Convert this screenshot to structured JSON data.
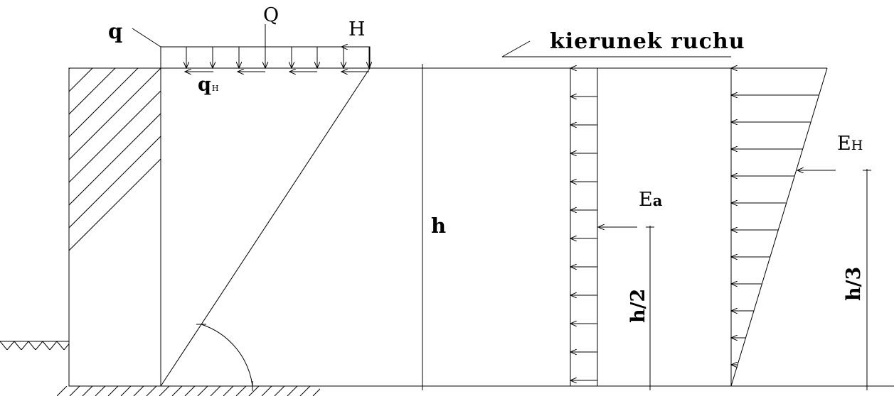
{
  "labels": {
    "q": "q",
    "Q": "Q",
    "H": "H",
    "qH_main": "q",
    "qH_sub": "H",
    "direction": "kierunek ruchu",
    "h": "h",
    "Ea_main": "E",
    "Ea_sub": "a",
    "EH_main": "E",
    "EH_sub": "H",
    "h_over_2": "h/2",
    "h_over_3": "h/3"
  },
  "colors": {
    "ink": "#000000",
    "background": "#ffffff"
  }
}
